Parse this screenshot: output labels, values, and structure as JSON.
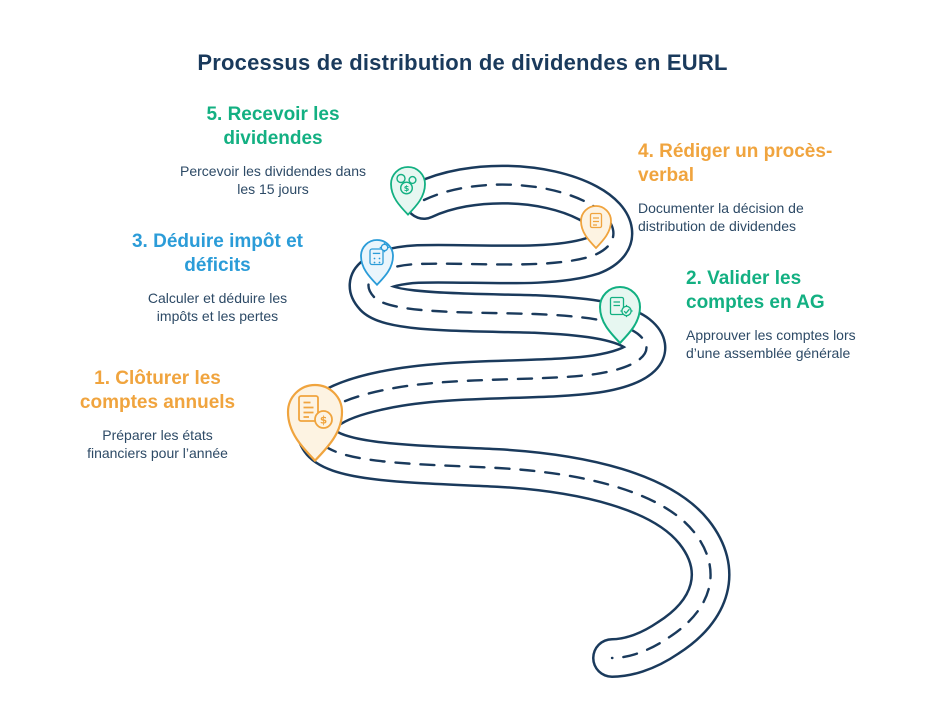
{
  "title": "Processus de distribution de dividendes en EURL",
  "glyphs": {
    "dollar": "$"
  },
  "colors": {
    "navy": "#1a3a5c",
    "green": "#13b082",
    "orange": "#f0a43e",
    "blue": "#2b9cd8",
    "body_text": "#2d4a66",
    "green_tint": "#e7f7f1",
    "orange_tint": "#fdf3e2",
    "blue_tint": "#eaf5fc"
  },
  "steps": [
    {
      "number": "1",
      "heading": "1. Clôturer les comptes annuels",
      "description": "Préparer les états financiers pour l’année",
      "accent": "orange",
      "icon": "invoice-dollar-icon"
    },
    {
      "number": "2",
      "heading": "2. Valider les comptes en AG",
      "description": "Approuver les comptes lors d’une assemblée générale",
      "accent": "green",
      "icon": "document-gear-check-icon"
    },
    {
      "number": "3",
      "heading": "3. Déduire impôt et déficits",
      "description": "Calculer et déduire les impôts et les pertes",
      "accent": "blue",
      "icon": "calculator-gear-icon"
    },
    {
      "number": "4",
      "heading": "4. Rédiger un procès-verbal",
      "description": "Documenter la décision de distribution de dividendes",
      "accent": "orange",
      "icon": "document-lines-icon"
    },
    {
      "number": "5",
      "heading": "5. Recevoir les dividendes",
      "description": "Percevoir les dividendes dans les 15 jours",
      "accent": "green",
      "icon": "coins-icon"
    }
  ]
}
